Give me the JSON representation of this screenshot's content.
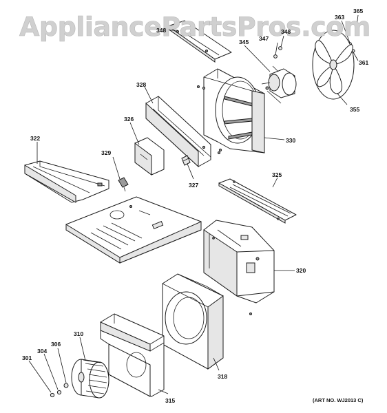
{
  "watermark": "AppliancePartsPros.com",
  "art_number": "(ART NO. WJ2013 C)",
  "callouts": {
    "p301": "301",
    "p304": "304",
    "p306": "306",
    "p310": "310",
    "p315": "315",
    "p318": "318",
    "p320": "320",
    "p322": "322",
    "p325": "325",
    "p326": "326",
    "p327": "327",
    "p328": "328",
    "p329": "329",
    "p330": "330",
    "p345": "345",
    "p347": "347",
    "p348": "348",
    "p355": "355",
    "p361": "361",
    "p363": "363",
    "p365": "365"
  }
}
